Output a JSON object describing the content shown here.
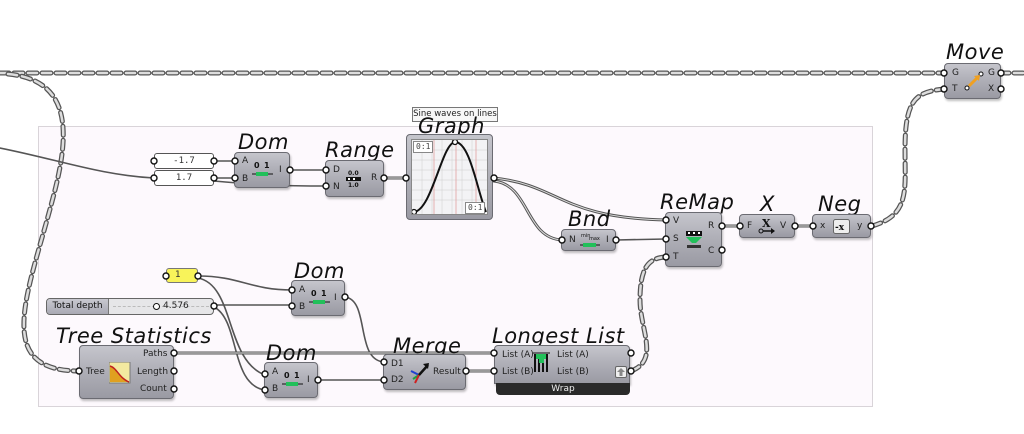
{
  "canvas": {
    "tooltip": "Sine waves on lines"
  },
  "panels": [
    {
      "value": "-1.7"
    },
    {
      "value": "1.7"
    }
  ],
  "number_param": {
    "value": "1",
    "color": "#f8f35a"
  },
  "slider": {
    "label": "Total depth",
    "value": "4.576"
  },
  "components": {
    "dom1": {
      "title": "Dom",
      "inputs": [
        "A",
        "B"
      ],
      "outputs": [
        "I"
      ]
    },
    "range": {
      "title": "Range",
      "inputs": [
        "D",
        "N"
      ],
      "outputs": [
        "R"
      ]
    },
    "graph": {
      "title": "Graph",
      "tag_top": "0:1",
      "tag_bottom": "0:1"
    },
    "bnd": {
      "title": "Bnd",
      "inputs": [
        "N"
      ],
      "outputs": [
        "I"
      ]
    },
    "remap": {
      "title": "ReMap",
      "inputs": [
        "V",
        "S",
        "T"
      ],
      "outputs": [
        "R",
        "C"
      ]
    },
    "x": {
      "title": "X",
      "inputs": [
        "F"
      ],
      "outputs": [
        "V"
      ]
    },
    "neg": {
      "title": "Neg",
      "inputs": [
        "x"
      ],
      "outputs": [
        "y"
      ]
    },
    "move": {
      "title": "Move",
      "inputs": [
        "G",
        "T"
      ],
      "outputs": [
        "G",
        "X"
      ]
    },
    "dom2": {
      "title": "Dom",
      "inputs": [
        "A",
        "B"
      ],
      "outputs": [
        "I"
      ]
    },
    "dom3": {
      "title": "Dom",
      "inputs": [
        "A",
        "B"
      ],
      "outputs": [
        "I"
      ]
    },
    "tree_stats": {
      "title": "Tree Statistics",
      "inputs": [
        "Tree"
      ],
      "outputs": [
        "Paths",
        "Length",
        "Count"
      ]
    },
    "merge": {
      "title": "Merge",
      "inputs": [
        "D1",
        "D2"
      ],
      "outputs": [
        "Result"
      ]
    },
    "longest_list": {
      "title": "Longest List",
      "inputs": [
        "List (A)",
        "List (B)"
      ],
      "outputs": [
        "List (A)",
        "List (B)"
      ],
      "mode": "Wrap"
    }
  },
  "colors": {
    "wire": "#555555",
    "group_fill": "#fdf9fd",
    "node_fill": "#b0b0b8",
    "accent_green": "#22c05a",
    "accent_orange": "#f0a020"
  }
}
